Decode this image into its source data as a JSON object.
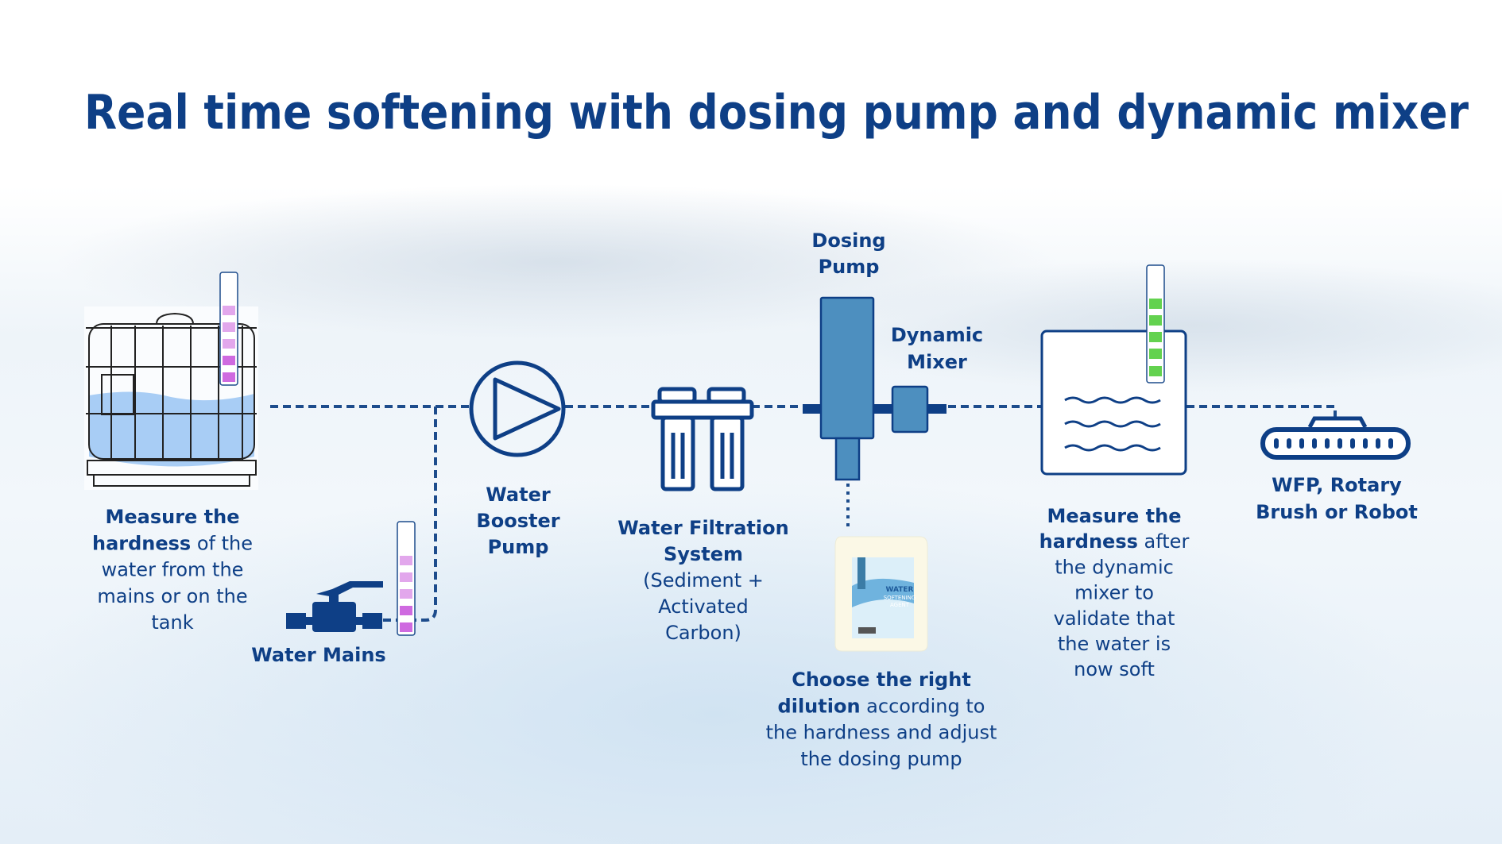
{
  "title": "Real time softening with dosing pump and dynamic mixer",
  "colors": {
    "navy": "#0e3f86",
    "pipe": "#1d4c8c",
    "pump_blue": "#4d8fbf",
    "water": "#a8cdf5",
    "strip_purple": "#d48be6",
    "strip_green": "#63d24f"
  },
  "product_label": {
    "line1": "WATER",
    "line2": "SOFTENING",
    "line3": "AGENT"
  },
  "labels": {
    "tank": [
      [
        {
          "t": "Measure the",
          "b": true
        }
      ],
      [
        {
          "t": "hardness",
          "b": true
        },
        {
          "t": " of the",
          "b": false
        }
      ],
      [
        {
          "t": "water from the",
          "b": false
        }
      ],
      [
        {
          "t": "mains or on the",
          "b": false
        }
      ],
      [
        {
          "t": "tank",
          "b": false
        }
      ]
    ],
    "mains": [
      [
        {
          "t": "Water Mains",
          "b": true
        }
      ]
    ],
    "booster": [
      [
        {
          "t": "Water",
          "b": true
        }
      ],
      [
        {
          "t": "Booster",
          "b": true
        }
      ],
      [
        {
          "t": "Pump",
          "b": true
        }
      ]
    ],
    "filtration": [
      [
        {
          "t": "Water Filtration",
          "b": true
        }
      ],
      [
        {
          "t": "System",
          "b": true
        }
      ],
      [
        {
          "t": "(Sediment +",
          "b": false
        }
      ],
      [
        {
          "t": "Activated",
          "b": false
        }
      ],
      [
        {
          "t": "Carbon)",
          "b": false
        }
      ]
    ],
    "dosing": [
      [
        {
          "t": "Dosing",
          "b": true
        }
      ],
      [
        {
          "t": "Pump",
          "b": true
        }
      ]
    ],
    "mixer": [
      [
        {
          "t": "Dynamic",
          "b": true
        }
      ],
      [
        {
          "t": "Mixer",
          "b": true
        }
      ]
    ],
    "dilution": [
      [
        {
          "t": "Choose the right",
          "b": true
        }
      ],
      [
        {
          "t": "dilution",
          "b": true
        },
        {
          "t": " according to",
          "b": false
        }
      ],
      [
        {
          "t": "the hardness and adjust",
          "b": false
        }
      ],
      [
        {
          "t": "the dosing pump",
          "b": false
        }
      ]
    ],
    "after": [
      [
        {
          "t": "Measure the",
          "b": true
        }
      ],
      [
        {
          "t": "hardness",
          "b": true
        },
        {
          "t": " after",
          "b": false
        }
      ],
      [
        {
          "t": "the dynamic",
          "b": false
        }
      ],
      [
        {
          "t": "mixer to",
          "b": false
        }
      ],
      [
        {
          "t": "validate that",
          "b": false
        }
      ],
      [
        {
          "t": "the water is",
          "b": false
        }
      ],
      [
        {
          "t": "now soft",
          "b": false
        }
      ]
    ],
    "wfp": [
      [
        {
          "t": "WFP, Rotary",
          "b": true
        }
      ],
      [
        {
          "t": "Brush or Robot",
          "b": true
        }
      ]
    ]
  }
}
